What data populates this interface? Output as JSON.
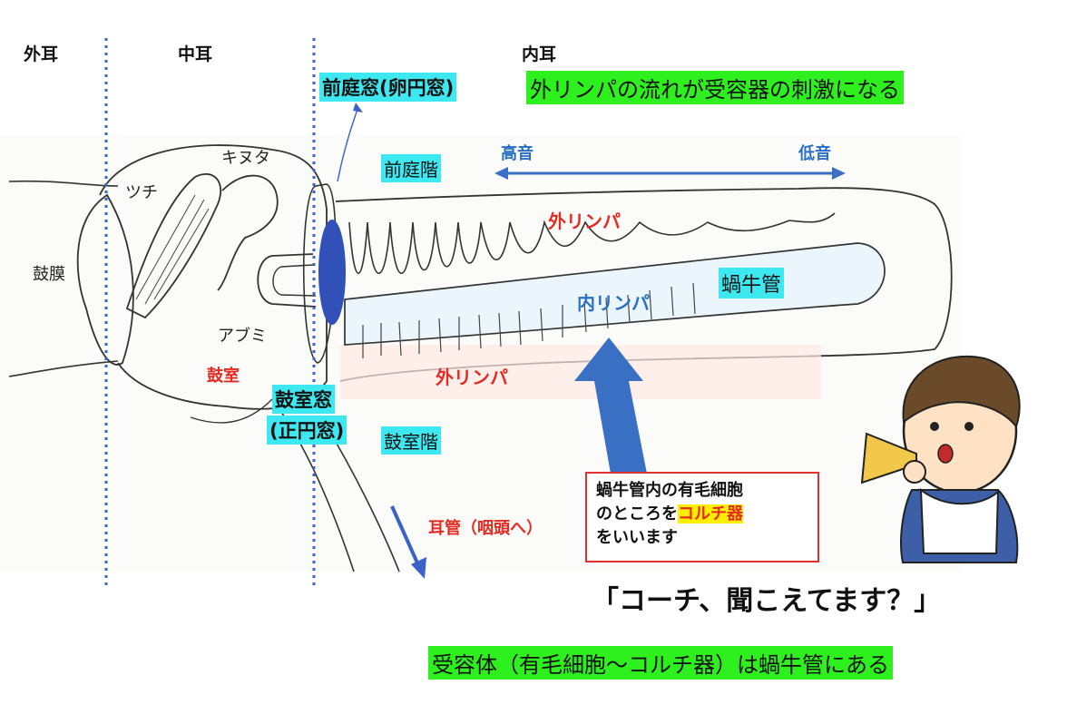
{
  "regions": {
    "outer_ear": "外耳",
    "middle_ear": "中耳",
    "inner_ear": "内耳"
  },
  "labels": {
    "oval_window": "前庭窓(卵円窓)",
    "perilymph_flow": "外リンパの流れが受容器の刺激になる",
    "malleus": "ツチ",
    "incus": "キヌタ",
    "stapes": "アブミ",
    "eardrum": "鼓膜",
    "tympanic_cavity": "鼓室",
    "scala_vestibuli": "前庭階",
    "high_pitch": "高音",
    "low_pitch": "低音",
    "perilymph_upper": "外リンパ",
    "perilymph_lower": "外リンパ",
    "endolymph": "内リンパ",
    "cochlear_duct": "蝸牛管",
    "round_window_1": "鼓室窓",
    "round_window_2": "(正円窓)",
    "scala_tympani": "鼓室階",
    "eustachian_tube": "耳管（咽頭へ）",
    "receptor_note": "受容体（有毛細胞〜コルチ器）は蝸牛管にある"
  },
  "note_box": {
    "line1": "蝸牛管内の有毛細胞",
    "line2_pre": "のところを",
    "line2_hl": "コルチ器",
    "line3": "をいいます"
  },
  "speech": "「コーチ、聞こえてます？」",
  "colors": {
    "cyan_highlight": "#3ee8f0",
    "green_highlight": "#2ef01e",
    "red_text": "#e52a22",
    "blue_text": "#2a6fc4",
    "divider": "#3a62c8",
    "oval_window_fill": "#3150b8"
  }
}
